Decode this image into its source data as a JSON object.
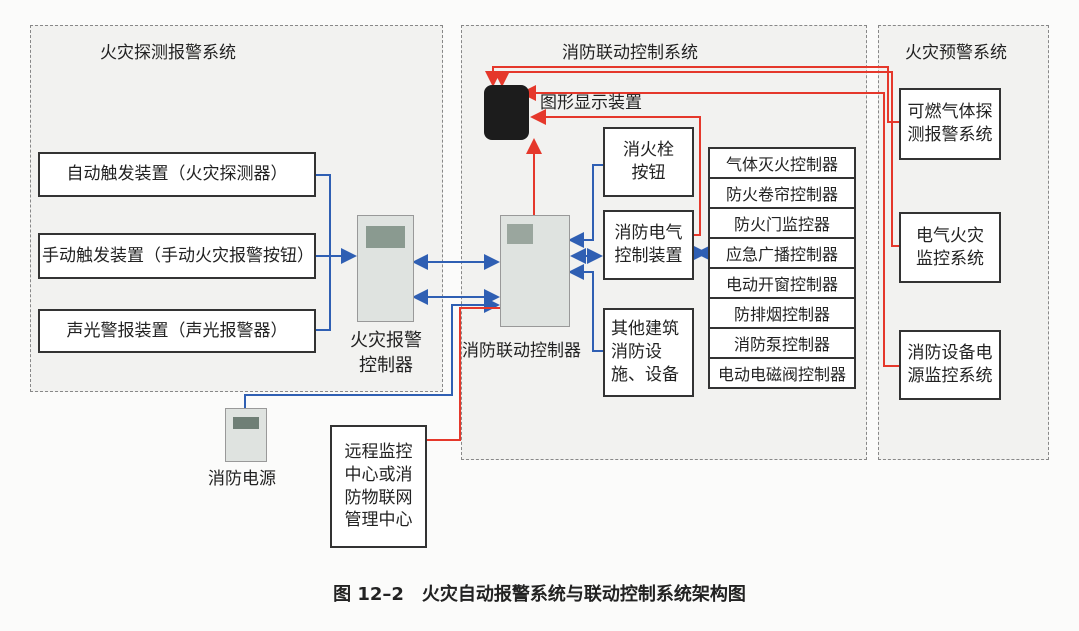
{
  "sections": {
    "detection": "火灾探测报警系统",
    "linkage": "消防联动控制系统",
    "warning": "火灾预警系统"
  },
  "detection_inputs": [
    "自动触发装置（火灾探测器）",
    "手动触发装置（手动火灾报警按钮）",
    "声光警报装置（声光报警器）"
  ],
  "fire_alarm_controller": "火灾报警控制器",
  "linkage_controller": "消防联动控制器",
  "graphic_display": "图形显示装置",
  "hydrant_button": "消火栓按钮",
  "electrical_control": "消防电气控制装置",
  "other_facilities": "其他建筑消防设施、设备",
  "controllers": [
    "气体灭火控制器",
    "防火卷帘控制器",
    "防火门监控器",
    "应急广播控制器",
    "电动开窗控制器",
    "防排烟控制器",
    "消防泵控制器",
    "电动电磁阀控制器"
  ],
  "warning_systems": [
    "可燃气体探测报警系统",
    "电气火灾监控系统",
    "消防设备电源监控系统"
  ],
  "power_supply": "消防电源",
  "remote_center": "远程监控中心或消防物联网管理中心",
  "caption": "图 12–2　火灾自动报警系统与联动控制系统架构图",
  "colors": {
    "blue": "#2f5fb3",
    "red": "#e5382b"
  }
}
